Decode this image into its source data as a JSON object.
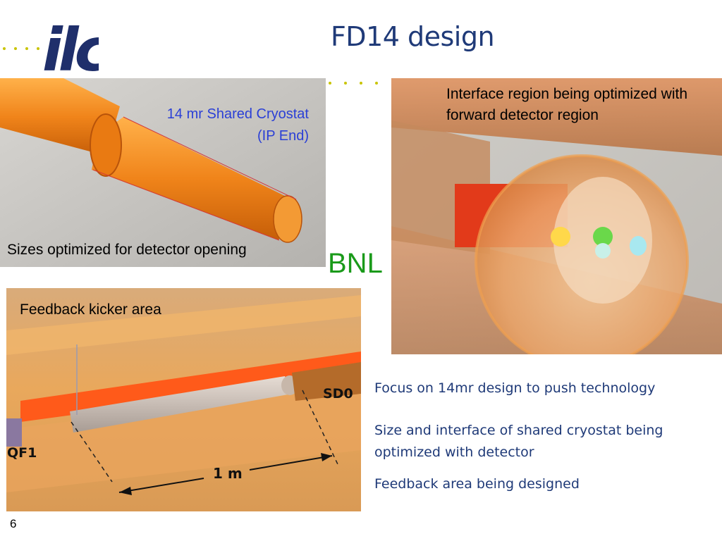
{
  "slide": {
    "logo_text": "ilc",
    "title": "FD14 design",
    "page_number": "6",
    "bnl_label": "BNL"
  },
  "images": {
    "cryostat": {
      "caption": "Sizes optimized for detector opening",
      "text_line1": "14 mr Shared Cryostat",
      "text_line2": "(IP End)"
    },
    "interface": {
      "caption": "Interface region being optimized with forward detector region"
    },
    "feedback": {
      "caption": "Feedback kicker area",
      "label_qf1": "QF1",
      "label_sd0": "SD0",
      "label_scale": "1 m"
    }
  },
  "bullets": [
    "Focus on 14mr design to push technology",
    "Size and interface of shared cryostat being optimized with detector",
    "Feedback area being designed"
  ],
  "colors": {
    "title_blue": "#1f3a78",
    "bnl_green": "#1a9a1a",
    "dot_yellow": "#c9c400",
    "cryostat_orange": "#f08a1c"
  }
}
